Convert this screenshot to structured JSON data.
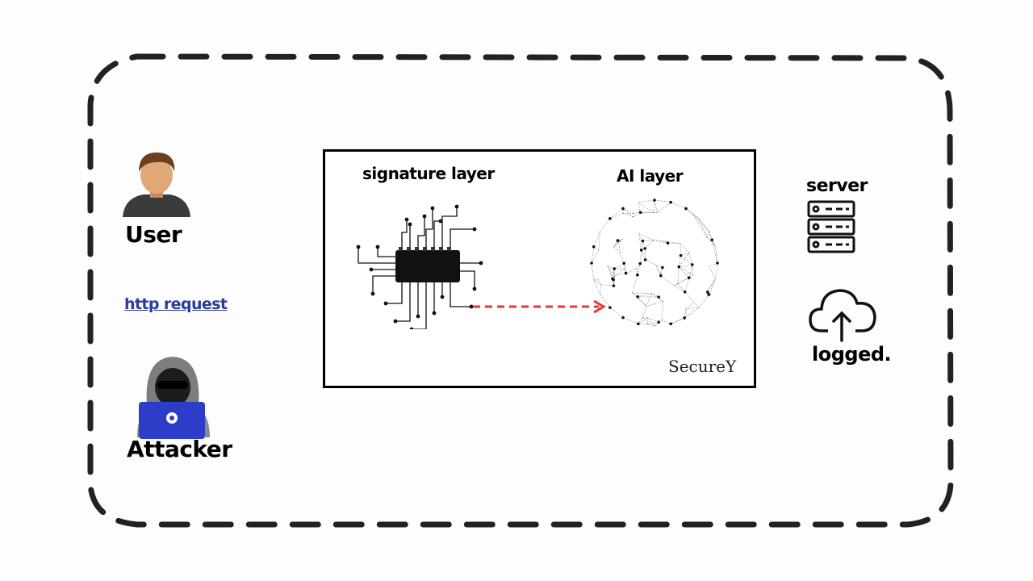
{
  "actors": {
    "user_label": "User",
    "attacker_label": "Attacker",
    "request_link": "http request"
  },
  "panel": {
    "signature_title": "signature layer",
    "ai_title": "AI layer",
    "brand": "SecureY"
  },
  "targets": {
    "server_label": "server",
    "logged_label": "logged."
  },
  "colors": {
    "arrow": "#e53935",
    "link": "#2b3a9e",
    "laptop": "#2c3ec7"
  },
  "icons": [
    "user-avatar-icon",
    "hacker-icon",
    "laptop-icon",
    "chip-icon",
    "neural-sphere-icon",
    "server-rack-icon",
    "cloud-upload-icon"
  ]
}
